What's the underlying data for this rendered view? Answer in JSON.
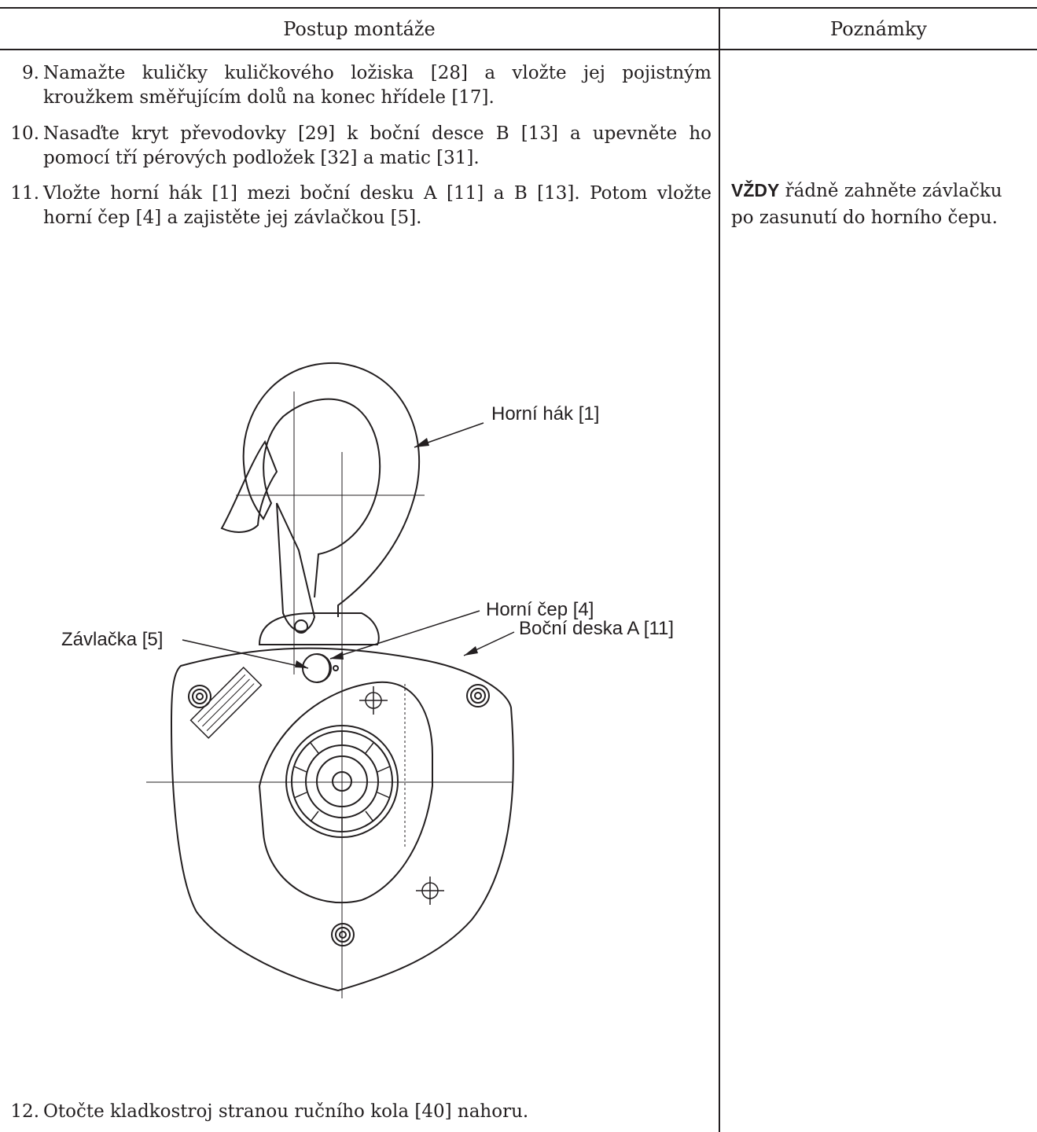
{
  "header": {
    "left": "Postup montáže",
    "right": "Poznámky"
  },
  "steps": [
    {
      "num": "9.",
      "text": "Namažte kuličky kuličkového ložiska [28] a vložte jej pojistným kroužkem směřujícím dolů na konec hřídele [17]."
    },
    {
      "num": "10.",
      "text": "Nasaďte kryt převodovky [29] k boční desce B [13] a upevněte ho pomocí tří pérových podložek [32] a matic [31]."
    },
    {
      "num": "11.",
      "text": "Vložte horní hák [1] mezi boční desku A [11] a B [13]. Potom vložte horní čep [4] a zajistěte jej závlačkou [5]."
    },
    {
      "num": "12.",
      "text": "Otočte kladkostroj stranou ručního kola [40] nahoru."
    }
  ],
  "note": {
    "bold": "VŽDY",
    "text": " řádně zahněte závlačku po zasunutí do horního čepu."
  },
  "diagram": {
    "labels": {
      "upper_hook": "Horní hák [1]",
      "upper_pin": "Horní čep [4]",
      "side_plate": "Boční deska A [11]",
      "split_pin": "Závlačka [5]"
    }
  }
}
